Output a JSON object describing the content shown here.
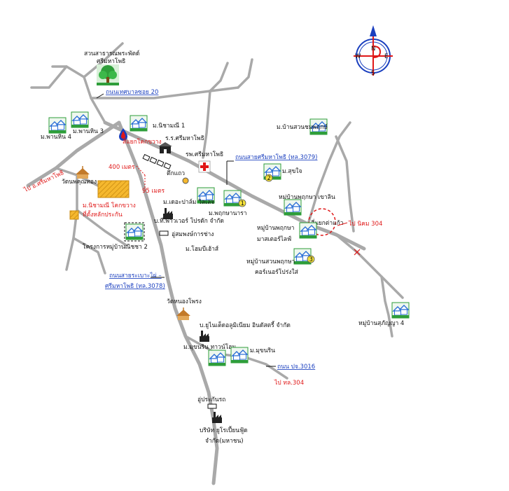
{
  "labels": {
    "park_title_1": "สวนสาธารณพระพัตด์",
    "park_title_2": "ศรีมหาโพธิ",
    "road_thesaban20": "ถนนเทศบาลซอย 20",
    "ban_phanhin4": "ม.พานหิน 4",
    "ban_phanhin3": "ม.พานหิน 3",
    "ban_nichamani1": "ม.นิชามณี 1",
    "school": "ร.ร.ศรีมหาโพธิ",
    "intersection_khok_khwang": "สี่แยกโคกขวาง",
    "hospital": "รพ.ศรีมหาโพธิ",
    "road_3079": "ถนนสายศรีมหาโพธิ (ทล.3079)",
    "ban_suanchomphruek": "ม.บ้านสวนชมพฤกษ์",
    "ban_suchai": "ม.สุขใจ",
    "ban_phruksa_khaolin": "หมู่บ้านพฤกษา เขาลิน",
    "dist_400": "400 เมตร",
    "dist_95": "95 เมตร",
    "tuk_thaeo": "ตึกแถว",
    "wat_khuk_thong": "วัดนพคุณทอง",
    "to_si_maha_phot": "ไป อ.ศรีมหาโพธิ",
    "project_1": "ม.นิชามณี โคกขวาง",
    "project_2": "ที่ตั้งหลักประกัน",
    "ban_palm_villa": "ม.เดอะปาล์ม วิลเลจ",
    "company_power": "บ.ที.พาวเวอร์ โปรดัก จำกัด",
    "garage": "อู่สมพงษ์การช่าง",
    "ban_phruksa_nara": "ม.พฤกษานารา",
    "intersection_kaew": "สี่แยกต่าแก้ว",
    "to_nikhom_304": "ไป นิคม 304",
    "ban_phruksa_master_1": "หมู่บ้านพฤกษา",
    "ban_phruksa_master_2": "มาสเตอร์ไลฟ์",
    "project_nichcha2": "โครงการหมู่บ้านณิชชา 2",
    "home_place": "ม.โฮมบีเฮ้าส์",
    "ban_suan_phruksa_1": "หมู่บ้านสวนพฤกษา",
    "ban_suan_phruksa_2": "คอร์เนอร์โปร่งใส่",
    "road_3078_1": "ถนนสายระเบาะไผ่ –",
    "road_3078_2": "ศรีมหาโพธิ (ทล.3078)",
    "wat_nong_phrong": "วัดหนองโพรง",
    "company_eunion": "บ.ยูไนเต็ดอลูมิเนียม อินดัสตรี้ จำกัด",
    "ban_supha4": "หมู่บ้านสุภัญญา 4",
    "ban_mukarin_town": "ม.มุขนริน ทาวน์โฮม",
    "ban_mukarin": "ม.มุขนริน",
    "road_pj3016": "ถนน ปจ.3016",
    "to_304": "ไป ทล.304",
    "garage_prakan": "อู่ประกันรถ",
    "company_euro_1": "บริษัท ยูโรเปี้ยนฟู้ด",
    "company_euro_2": "จำกัด(มหาชน)"
  },
  "markers": {
    "num1": "1",
    "num2": "2",
    "num3": "3"
  },
  "compass": {
    "n": "N",
    "s": "S",
    "e": "E",
    "w": "W"
  },
  "colors": {
    "road": "#a9a9a9",
    "red_label": "#e01818",
    "blue_label": "#1a3fbf",
    "project_fill": "#f5b82e",
    "marker_yellow": "#f5e23a",
    "house_blue": "#2a6fd6",
    "house_green": "#2e9e3a"
  },
  "icons": [
    "house-icon",
    "tree-icon",
    "temple-icon",
    "factory-icon",
    "hospital-icon",
    "school-icon",
    "gas-station-icon",
    "compass-icon",
    "garage-icon"
  ]
}
